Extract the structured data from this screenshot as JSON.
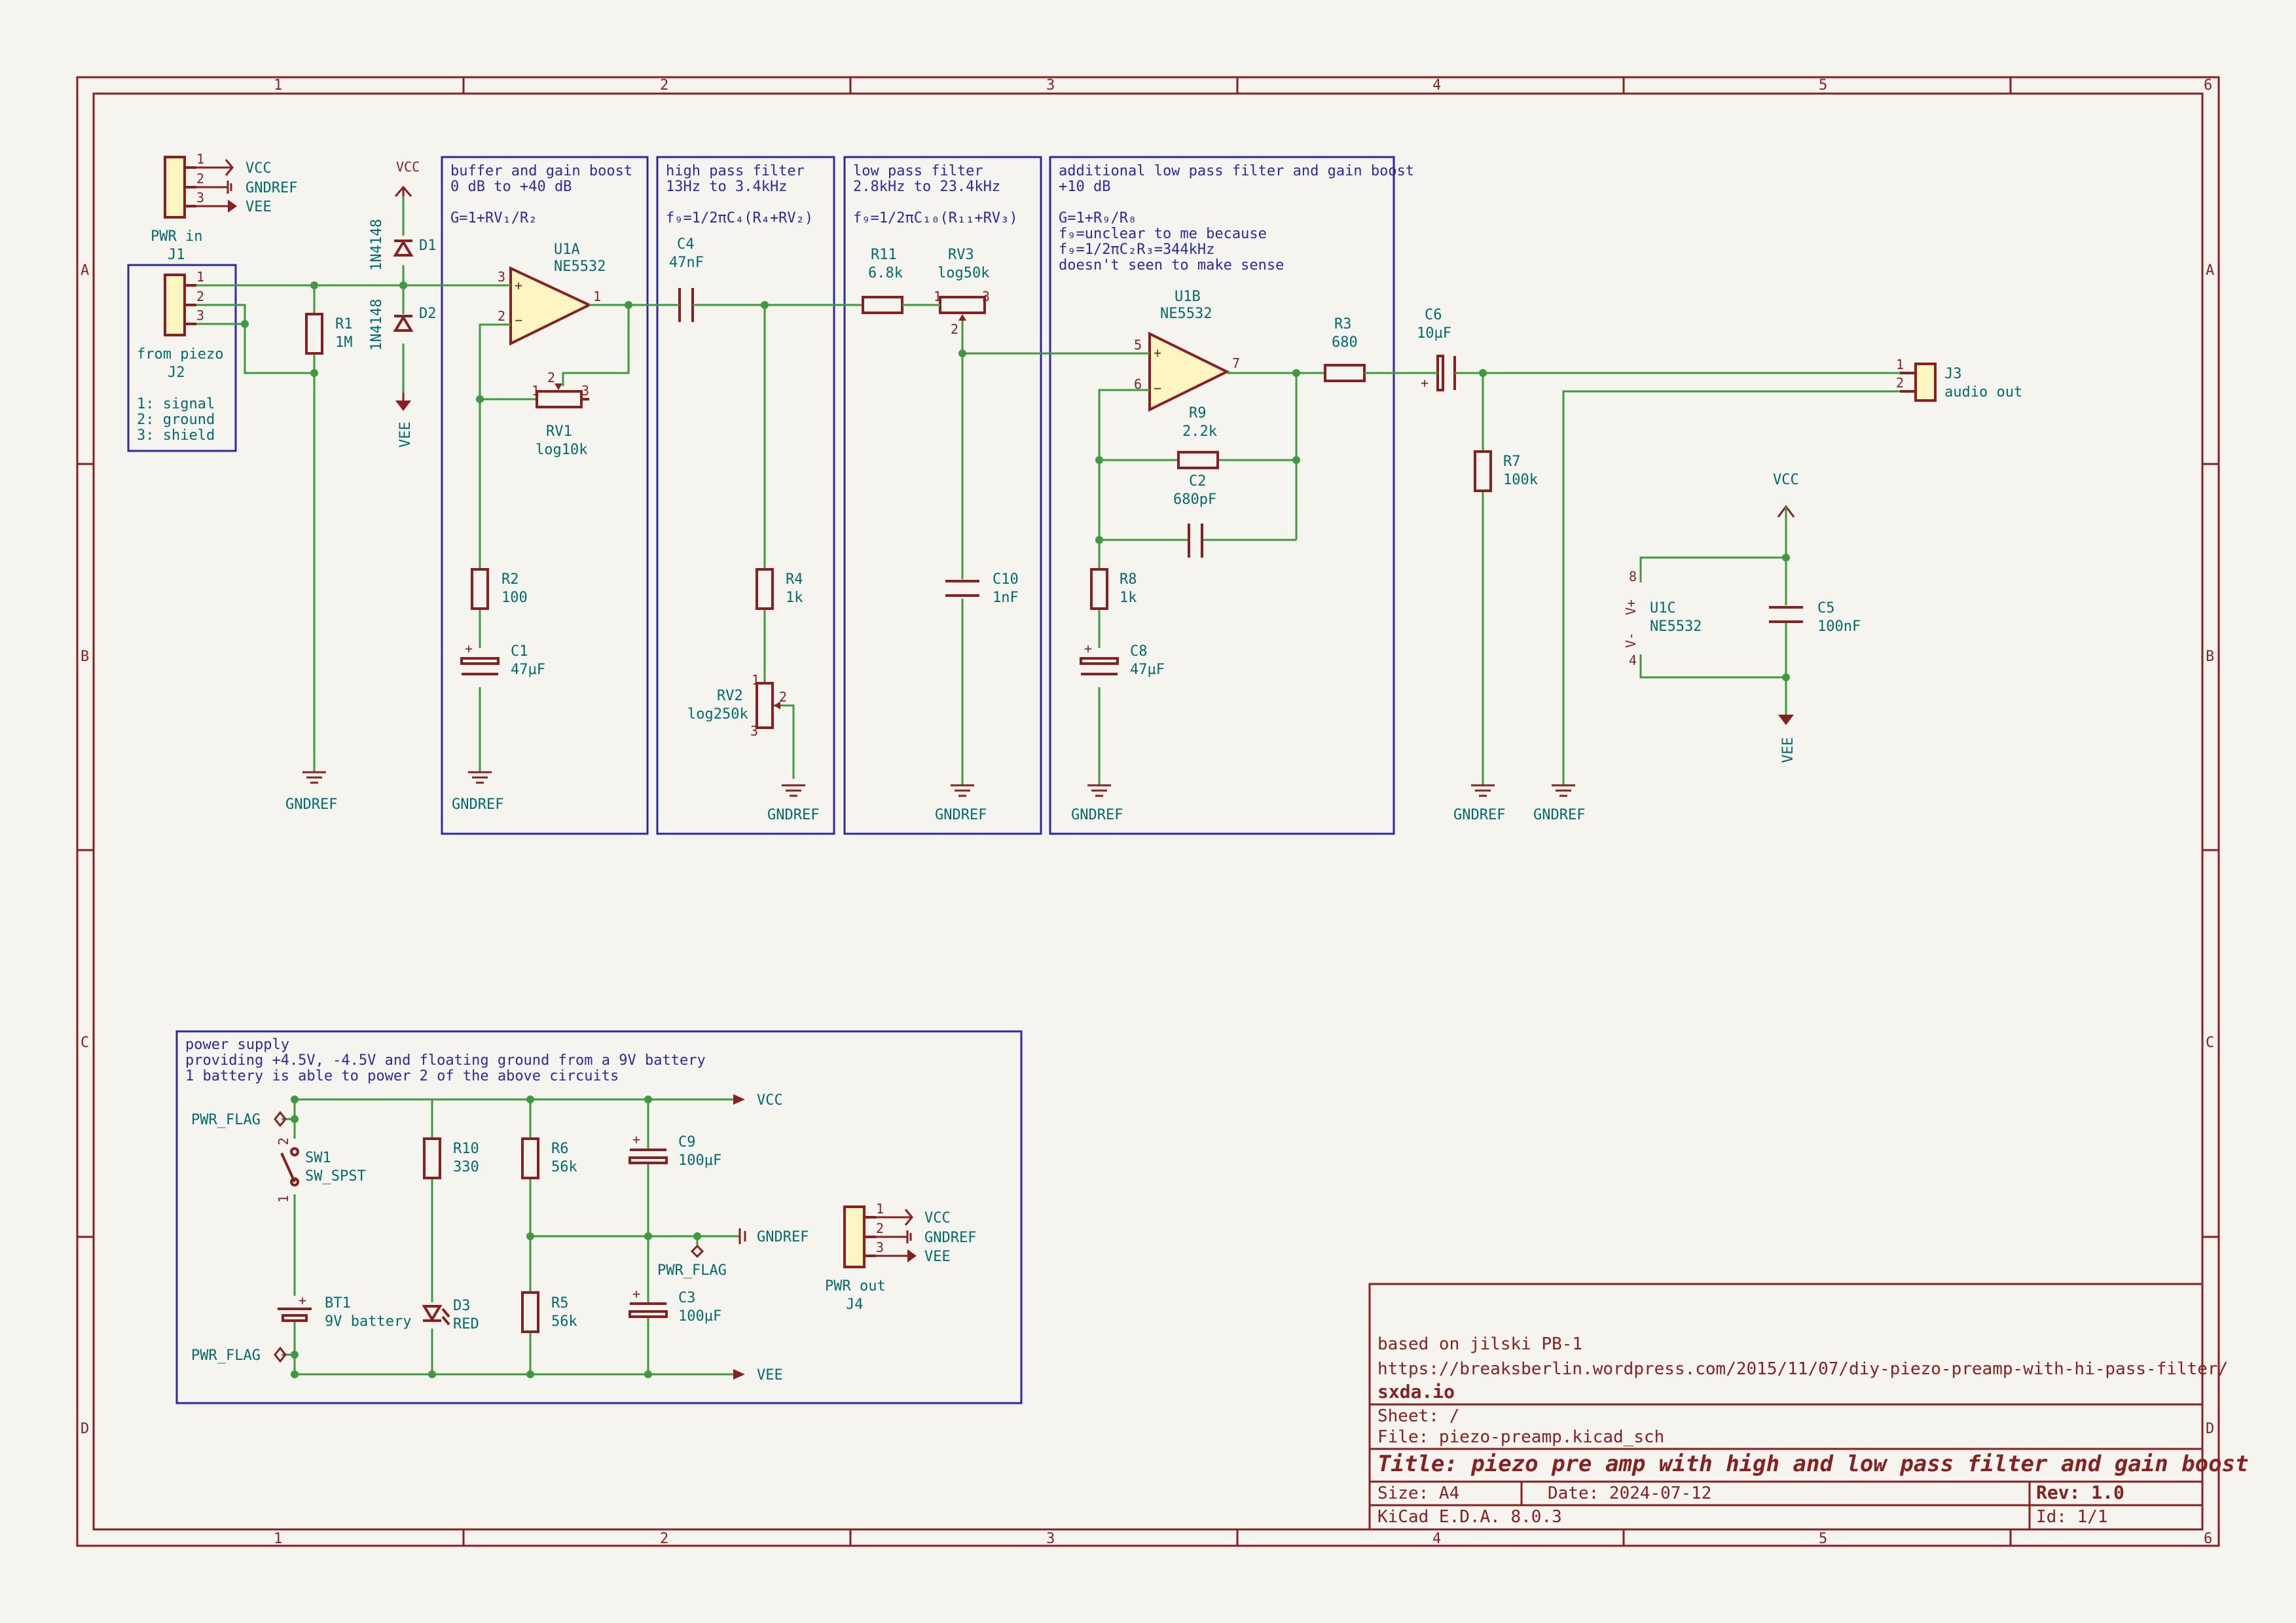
{
  "border": {
    "columns": [
      "1",
      "2",
      "3",
      "4",
      "5",
      "6"
    ],
    "rows": [
      "A",
      "B",
      "C",
      "D"
    ]
  },
  "blocks": {
    "buffer": {
      "l1": "buffer and gain boost",
      "l2": "0 dB to +40 dB",
      "l3": "G=1+RV₁/R₂"
    },
    "hpf": {
      "l1": "high pass filter",
      "l2": "13Hz to 3.4kHz",
      "l3": "f₉=1/2πC₄(R₄+RV₂)"
    },
    "lpf": {
      "l1": "low pass filter",
      "l2": "2.8kHz to 23.4kHz",
      "l3": "f₉=1/2πC₁₀(R₁₁+RV₃)"
    },
    "lpf2": {
      "l1": "additional low pass filter and gain boost",
      "l2": "+10 dB",
      "l3": "G=1+R₉/R₈",
      "l4": "f₉=unclear to me because",
      "l5": "f₉=1/2πC₂R₃=344kHz",
      "l6": "doesn't seen to make sense"
    },
    "power": {
      "l1": "power supply",
      "l2": "providing +4.5V, -4.5V and floating ground from a 9V battery",
      "l3": "1 battery is able to power 2 of the above circuits"
    }
  },
  "components": {
    "J1": {
      "ref": "J1",
      "value": "PWR in",
      "p1": "VCC",
      "p2": "GNDREF",
      "p3": "VEE"
    },
    "J2": {
      "ref": "J2",
      "value": "from piezo",
      "n1": "1: signal",
      "n2": "2: ground",
      "n3": "3: shield"
    },
    "R1": {
      "ref": "R1",
      "value": "1M"
    },
    "D1": {
      "ref": "D1",
      "value": "1N4148"
    },
    "D2": {
      "ref": "D2",
      "value": "1N4148"
    },
    "U1A": {
      "ref": "U1A",
      "value": "NE5532"
    },
    "RV1": {
      "ref": "RV1",
      "value": "log10k"
    },
    "R2": {
      "ref": "R2",
      "value": "100"
    },
    "C1": {
      "ref": "C1",
      "value": "47µF"
    },
    "C4": {
      "ref": "C4",
      "value": "47nF"
    },
    "R4": {
      "ref": "R4",
      "value": "1k"
    },
    "RV2": {
      "ref": "RV2",
      "value": "log250k"
    },
    "R11": {
      "ref": "R11",
      "value": "6.8k"
    },
    "RV3": {
      "ref": "RV3",
      "value": "log50k"
    },
    "C10": {
      "ref": "C10",
      "value": "1nF"
    },
    "U1B": {
      "ref": "U1B",
      "value": "NE5532"
    },
    "R9": {
      "ref": "R9",
      "value": "2.2k"
    },
    "C2": {
      "ref": "C2",
      "value": "680pF"
    },
    "R8": {
      "ref": "R8",
      "value": "1k"
    },
    "C8": {
      "ref": "C8",
      "value": "47µF"
    },
    "R3": {
      "ref": "R3",
      "value": "680"
    },
    "C6": {
      "ref": "C6",
      "value": "10µF"
    },
    "R7": {
      "ref": "R7",
      "value": "100k"
    },
    "J3": {
      "ref": "J3",
      "value": "audio out"
    },
    "U1C": {
      "ref": "U1C",
      "value": "NE5532",
      "vp": "V+",
      "vm": "V-"
    },
    "C5": {
      "ref": "C5",
      "value": "100nF"
    },
    "SW1": {
      "ref": "SW1",
      "value": "SW_SPST"
    },
    "BT1": {
      "ref": "BT1",
      "value": "9V battery"
    },
    "R10": {
      "ref": "R10",
      "value": "330"
    },
    "D3": {
      "ref": "D3",
      "value": "RED"
    },
    "R6": {
      "ref": "R6",
      "value": "56k"
    },
    "R5": {
      "ref": "R5",
      "value": "56k"
    },
    "C9": {
      "ref": "C9",
      "value": "100µF"
    },
    "C3": {
      "ref": "C3",
      "value": "100µF"
    },
    "J4": {
      "ref": "J4",
      "value": "PWR out",
      "p1": "VCC",
      "p2": "GNDREF",
      "p3": "VEE"
    }
  },
  "nets": {
    "vcc": "VCC",
    "vee": "VEE",
    "gnd": "GNDREF",
    "flag": "PWR_FLAG"
  },
  "pins": {
    "p1": "1",
    "p2": "2",
    "p3": "3",
    "p4": "4",
    "p5": "5",
    "p6": "6",
    "p7": "7",
    "p8": "8",
    "plus": "+",
    "minus": "−"
  },
  "title_block": {
    "comment1": "based on jilski PB-1",
    "comment2": "https://breaksberlin.wordpress.com/2015/11/07/diy-piezo-preamp-with-hi-pass-filter/",
    "company": "sxda.io",
    "sheet": "Sheet: /",
    "file": "File: piezo-preamp.kicad_sch",
    "title": "Title: piezo pre amp with high and low pass filter and gain boost",
    "size": "Size: A4",
    "date": "Date: 2024-07-12",
    "rev": "Rev: 1.0",
    "tool": "KiCad E.D.A. 8.0.3",
    "id": "Id: 1/1"
  },
  "colors": {
    "wire": "#3d9a3d",
    "component": "#8a1f1f",
    "note": "#2a2aa8",
    "reference": "#006c6c",
    "body": "#fdf6c3"
  }
}
